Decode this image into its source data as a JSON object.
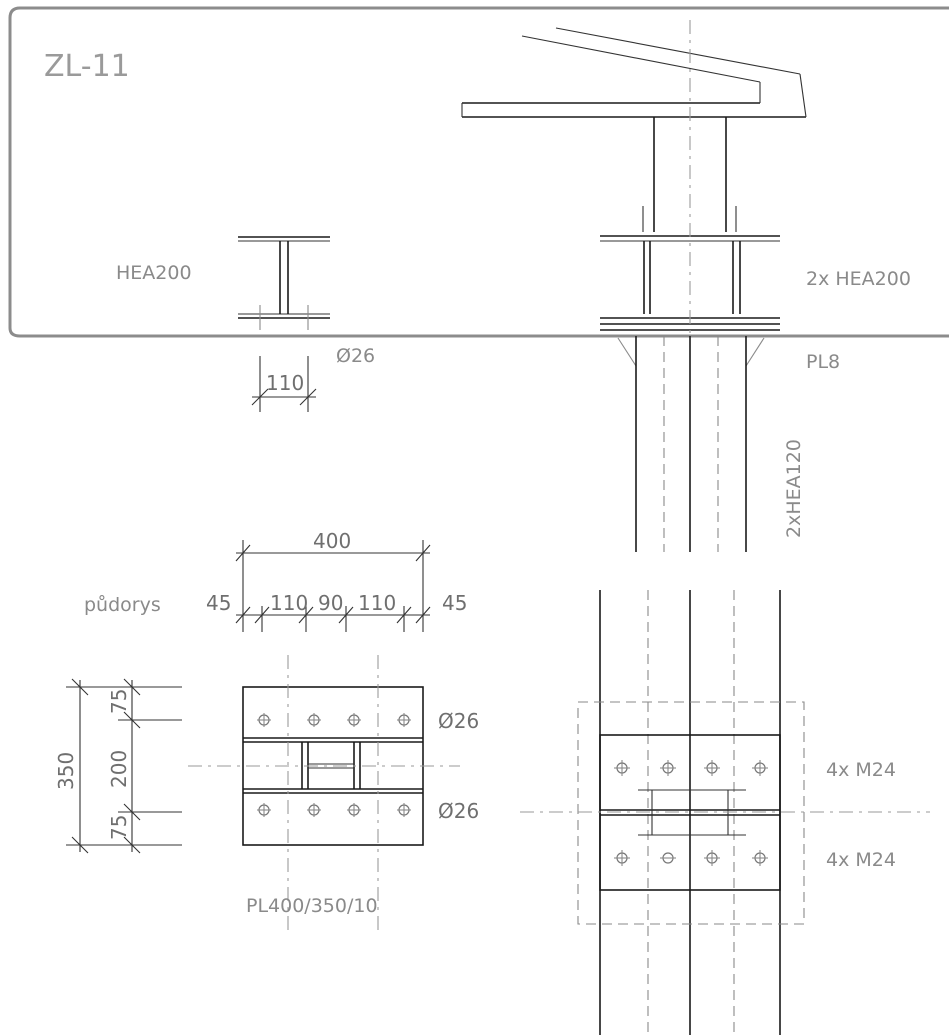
{
  "detail": {
    "title": "ZL-11"
  },
  "labels": {
    "beam_section": "HEA200",
    "column_beams": "2x HEA200",
    "plate_thickness": "PL8",
    "column": "2xHEA120",
    "plan_view": "půdorys",
    "base_plate": "PL400/350/10",
    "hole_top": "Ø26",
    "hole_bottom": "Ø26",
    "hole_beam": "Ø26",
    "bolts_top": "4x M24",
    "bolts_bottom": "4x M24"
  },
  "dimensions": {
    "beam_hole_spacing": "110",
    "plate_width": "400",
    "edge_left": "45",
    "spacing_1": "110",
    "spacing_2": "90",
    "spacing_3": "110",
    "edge_right": "45",
    "plate_height": "350",
    "inner_height": "200",
    "top_edge": "75",
    "bottom_edge": "75"
  },
  "colors": {
    "line": "#1a1a1a",
    "text": "#8a8a8a",
    "frame": "#8c8c8c"
  }
}
